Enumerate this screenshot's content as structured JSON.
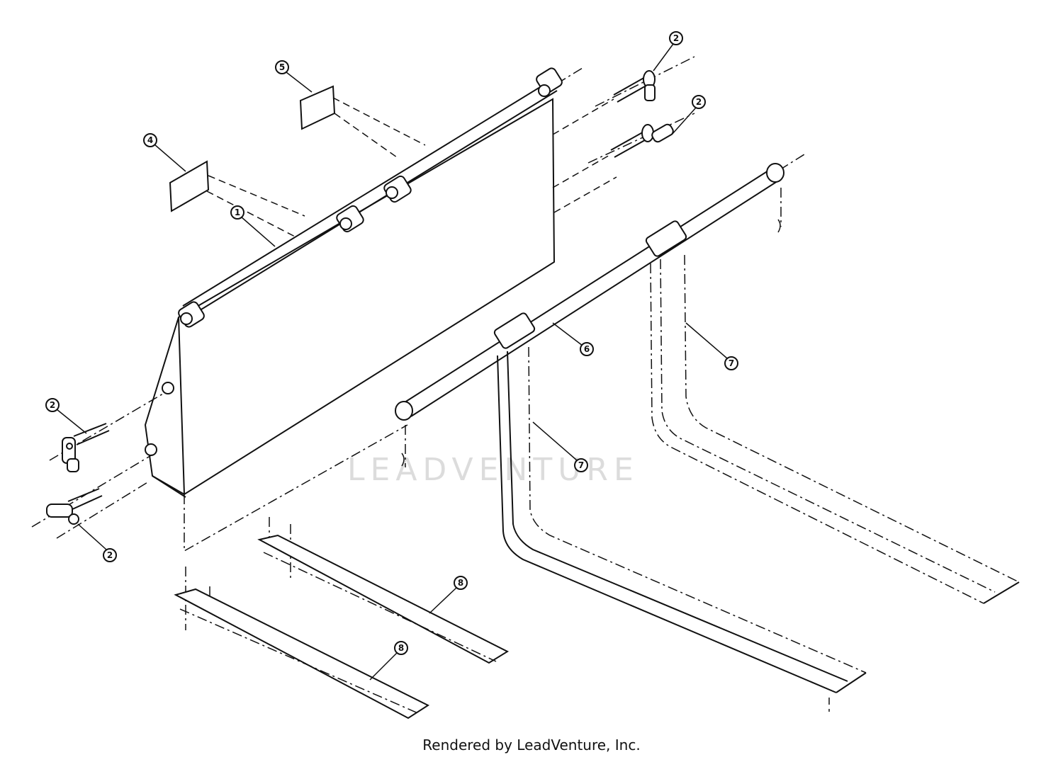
{
  "watermark": "LEADVENTURE",
  "footer": "Rendered by LeadVenture, Inc.",
  "callouts": [
    {
      "id": "c1",
      "label": "1"
    },
    {
      "id": "c2a",
      "label": "2"
    },
    {
      "id": "c2b",
      "label": "2"
    },
    {
      "id": "c2c",
      "label": "2"
    },
    {
      "id": "c2d",
      "label": "2"
    },
    {
      "id": "c4",
      "label": "4"
    },
    {
      "id": "c5",
      "label": "5"
    },
    {
      "id": "c6",
      "label": "6"
    },
    {
      "id": "c7a",
      "label": "7"
    },
    {
      "id": "c7b",
      "label": "7"
    },
    {
      "id": "c8a",
      "label": "8"
    },
    {
      "id": "c8b",
      "label": "8"
    }
  ]
}
